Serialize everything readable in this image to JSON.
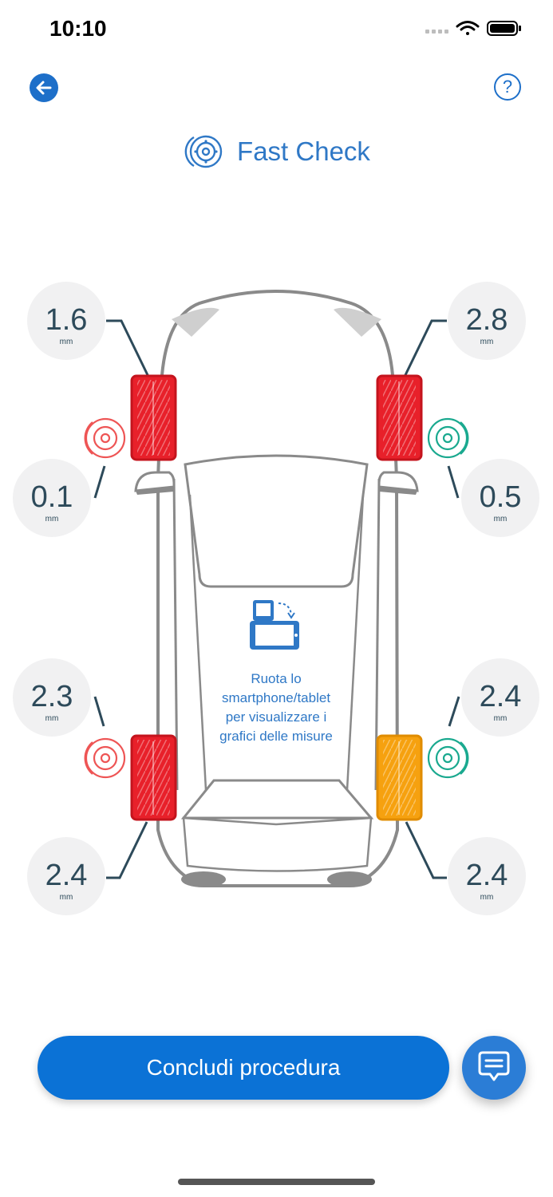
{
  "status": {
    "time": "10:10"
  },
  "header": {
    "title": "Fast Check",
    "help_label": "?"
  },
  "tires": {
    "front_left": {
      "tread": "1.6",
      "unit": "mm",
      "color": "#e8202a",
      "status": "red"
    },
    "front_left_disc": {
      "value": "0.1",
      "unit": "mm",
      "icon": "brake-disc-icon",
      "color": "#ee5555"
    },
    "front_right": {
      "tread": "2.8",
      "unit": "mm",
      "color": "#e8202a",
      "status": "red"
    },
    "front_right_disc": {
      "value": "0.5",
      "unit": "mm",
      "icon": "brake-disc-icon",
      "color": "#1aa98f"
    },
    "rear_left_disc": {
      "value": "2.3",
      "unit": "mm",
      "icon": "brake-disc-icon",
      "color": "#ee5555"
    },
    "rear_left": {
      "tread": "2.4",
      "unit": "mm",
      "color": "#e8202a",
      "status": "red"
    },
    "rear_right_disc": {
      "value": "2.4",
      "unit": "mm",
      "icon": "brake-disc-icon",
      "color": "#1aa98f"
    },
    "rear_right": {
      "tread": "2.4",
      "unit": "mm",
      "color": "#f6a10f",
      "status": "orange"
    }
  },
  "rotate_hint": {
    "text": "Ruota lo\nsmartphone/tablet\nper visualizzare i\ngrafici delle misure",
    "icon": "rotate-device-icon"
  },
  "actions": {
    "finish_label": "Concludi procedura",
    "chat_icon": "chat-icon"
  }
}
